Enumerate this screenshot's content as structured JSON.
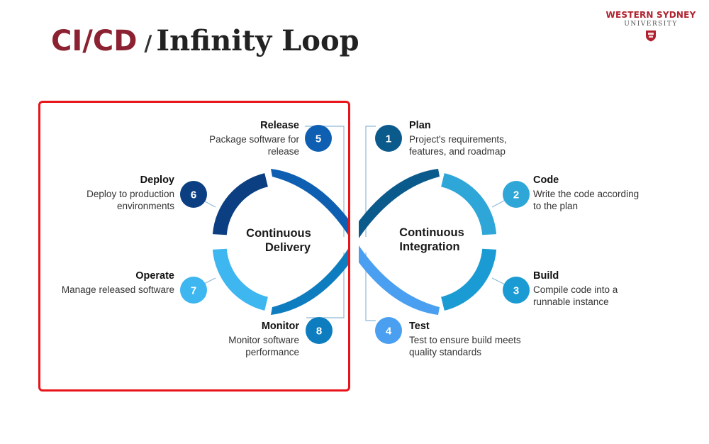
{
  "header": {
    "title_accent": "CI/CD",
    "title_separator": "/",
    "title_rest": "Infinity Loop",
    "logo_line1": "WESTERN SYDNEY",
    "logo_line2": "UNIVERSITY"
  },
  "loop": {
    "left_center": [
      "Continuous",
      "Delivery"
    ],
    "right_center": [
      "Continuous",
      "Integration"
    ]
  },
  "steps": [
    {
      "number": "1",
      "title": "Plan",
      "desc": [
        "Project's requirements,",
        "features, and roadmap"
      ],
      "color": "#0b5a8c"
    },
    {
      "number": "2",
      "title": "Code",
      "desc": [
        "Write the code according",
        "to the plan"
      ],
      "color": "#2ea7d8"
    },
    {
      "number": "3",
      "title": "Build",
      "desc": [
        "Compile code into a",
        "runnable instance"
      ],
      "color": "#1a9bd4"
    },
    {
      "number": "4",
      "title": "Test",
      "desc": [
        "Test to ensure build meets",
        "quality standards"
      ],
      "color": "#4a9ff0"
    },
    {
      "number": "5",
      "title": "Release",
      "desc": [
        "Package software for",
        "release"
      ],
      "color": "#0e5fb2"
    },
    {
      "number": "6",
      "title": "Deploy",
      "desc": [
        "Deploy to production",
        "environments"
      ],
      "color": "#0b3f82"
    },
    {
      "number": "7",
      "title": "Operate",
      "desc": [
        "Manage released software"
      ],
      "color": "#3eb6f0"
    },
    {
      "number": "8",
      "title": "Monitor",
      "desc": [
        "Monitor software",
        "performance"
      ],
      "color": "#0e7dbf"
    }
  ],
  "colors": {
    "accent": "#8b2131",
    "highlight_frame": "#e8141b",
    "connector": "#8fb9d8"
  }
}
